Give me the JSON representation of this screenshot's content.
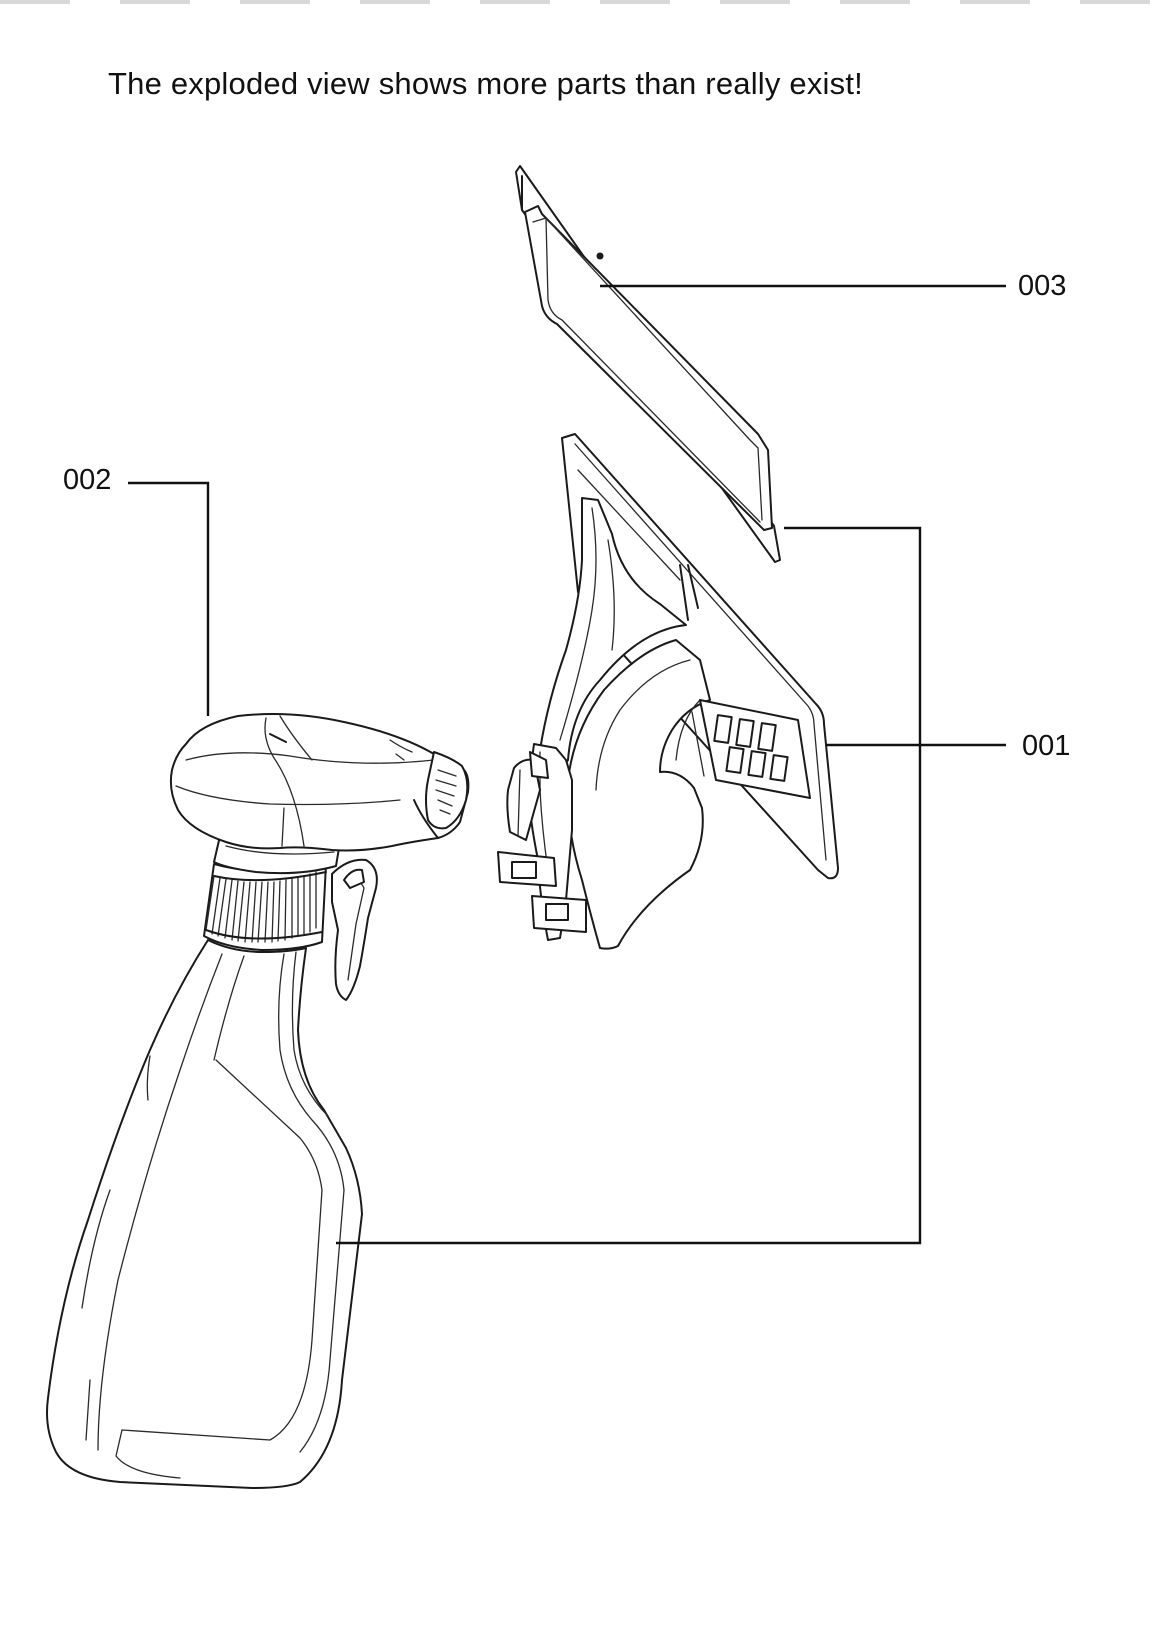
{
  "caption": "The exploded view shows more parts than really exist!",
  "parts": [
    {
      "id": "003",
      "label": "003",
      "depicts": "pad-frame"
    },
    {
      "id": "002",
      "label": "002",
      "depicts": "spray-bottle"
    },
    {
      "id": "001",
      "label": "001",
      "depicts": "wiper-head"
    }
  ]
}
